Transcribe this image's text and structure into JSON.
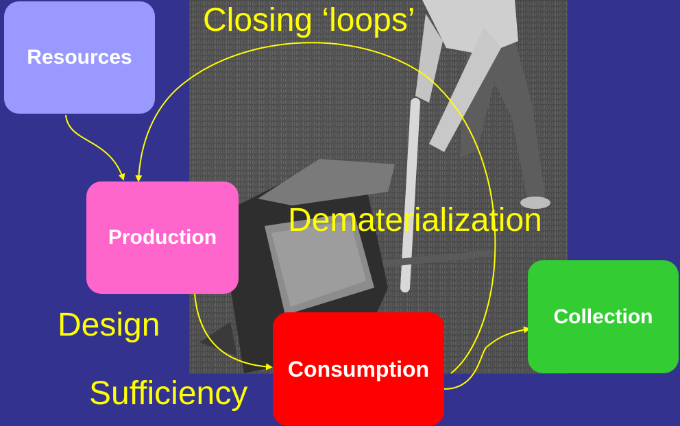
{
  "colors": {
    "background": "#33338f",
    "resources": "#9999ff",
    "production": "#ff66cc",
    "consumption": "#ff0000",
    "collection": "#33cc33",
    "label_text": "#ffff00",
    "arrows": "#ffff00"
  },
  "boxes": {
    "resources": "Resources",
    "production": "Production",
    "consumption": "Consumption",
    "collection": "Collection"
  },
  "labels": {
    "closing_loops": "Closing ‘loops’",
    "dematerialization": "Dematerialization",
    "design": "Design",
    "sufficiency": "Sufficiency"
  }
}
